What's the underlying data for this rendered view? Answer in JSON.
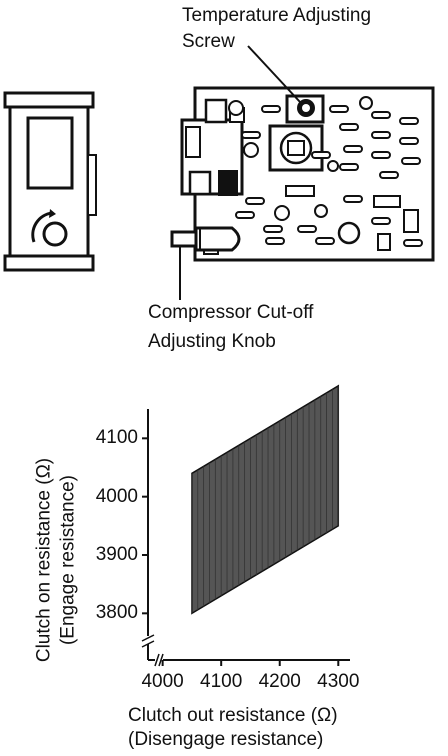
{
  "labels": {
    "temp_screw_line1": "Temperature Adjusting",
    "temp_screw_line2": "Screw",
    "knob_line1": "Compressor Cut-off",
    "knob_line2": "Adjusting Knob"
  },
  "chart_data": {
    "type": "area",
    "xlabel_line1": "Clutch out resistance (Ω)",
    "xlabel_line2": "(Disengage resistance)",
    "ylabel_line1": "Clutch on resistance (Ω)",
    "ylabel_line2": "(Engage resistance)",
    "x_ticks": [
      4000,
      4100,
      4200,
      4300
    ],
    "y_ticks": [
      3800,
      3900,
      4000,
      4100
    ],
    "xlim": [
      3975,
      4320
    ],
    "ylim": [
      3720,
      4140
    ],
    "region": [
      {
        "x": 4050,
        "y": 3800
      },
      {
        "x": 4050,
        "y": 4040
      },
      {
        "x": 4300,
        "y": 4190
      },
      {
        "x": 4300,
        "y": 3950
      }
    ],
    "axis_breaks": true,
    "grid": false
  },
  "colors": {
    "ink": "#111111",
    "fill": "#555555",
    "background": "#ffffff"
  }
}
